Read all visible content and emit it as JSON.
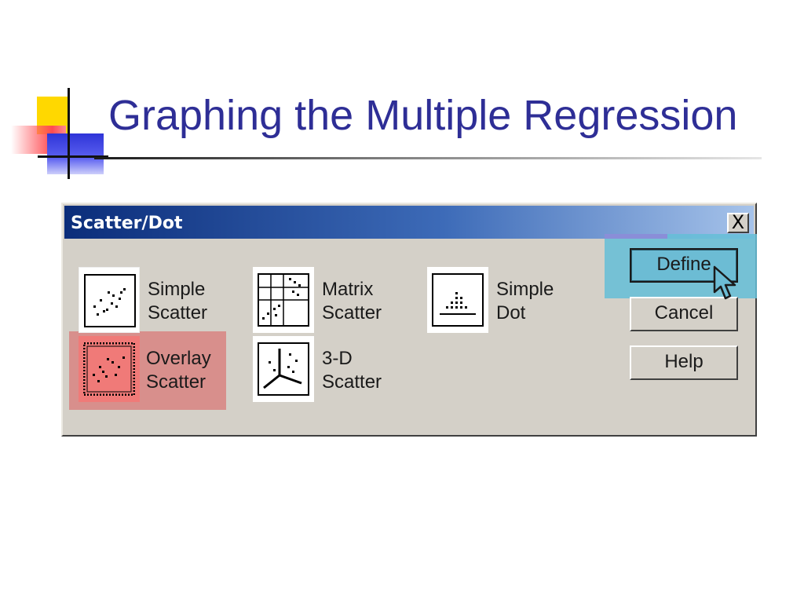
{
  "slide": {
    "title": "Graphing the Multiple Regression"
  },
  "dialog": {
    "title": "Scatter/Dot",
    "close_label": "X",
    "options": [
      {
        "line1": "Simple",
        "line2": "Scatter",
        "icon": "simple-scatter-icon",
        "selected": false
      },
      {
        "line1": "Matrix",
        "line2": "Scatter",
        "icon": "matrix-scatter-icon",
        "selected": false
      },
      {
        "line1": "Simple",
        "line2": "Dot",
        "icon": "simple-dot-icon",
        "selected": false
      },
      {
        "line1": "Overlay",
        "line2": "Scatter",
        "icon": "overlay-scatter-icon",
        "selected": true
      },
      {
        "line1": "3-D",
        "line2": "Scatter",
        "icon": "3d-scatter-icon",
        "selected": false
      }
    ],
    "buttons": {
      "define": "Define",
      "cancel": "Cancel",
      "help": "Help"
    }
  },
  "colors": {
    "title_text": "#2e2e96",
    "dialog_bg": "#d4d0c8",
    "titlebar_start": "#0b2d7a",
    "selection_highlight": "#d88f8c",
    "button_highlight": "#6cbcd4"
  }
}
